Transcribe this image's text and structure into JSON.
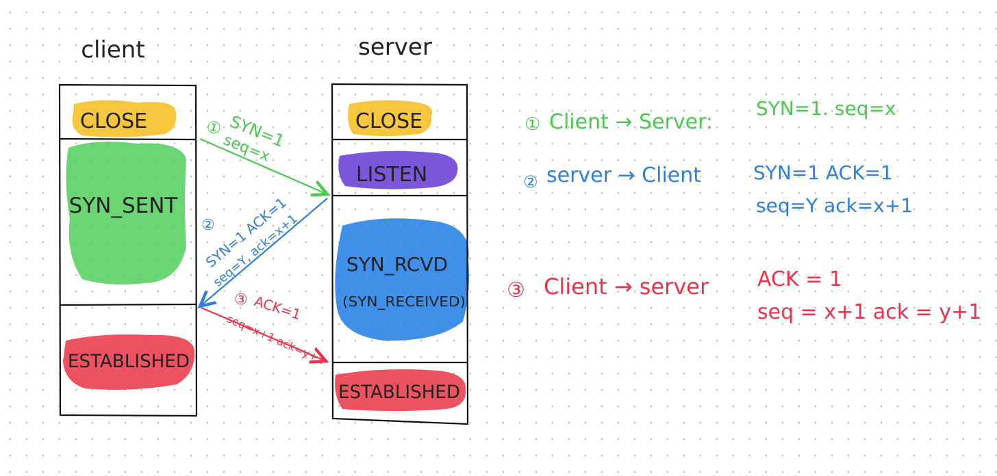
{
  "headers": {
    "client": "client",
    "server": "server"
  },
  "client_states": [
    "CLOSE",
    "SYN_SENT",
    "ESTABLISHED"
  ],
  "server_states": [
    "CLOSE",
    "LISTEN",
    "SYN_RCVD",
    "(SYN_RECEIVED)",
    "ESTABLISHED"
  ],
  "colors": {
    "close": "#f5c02a",
    "listen": "#6a3fd6",
    "syn_sent": "#4fce5a",
    "syn_rcvd": "#1f7de6",
    "established": "#ea3a4a",
    "step1": "#49c94d",
    "step2": "#2c7fe0",
    "step3": "#e8334a"
  },
  "arrows": {
    "step1": {
      "num": "①",
      "line1": "SYN=1",
      "line2": "seq=x"
    },
    "step2": {
      "num": "②",
      "line1": "SYN=1 ACK=1",
      "line2": "seq=Y, ack=x+1"
    },
    "step3": {
      "num": "③",
      "line1": "ACK=1",
      "line2": "seq=x+1 ack=y+1"
    }
  },
  "notes": {
    "step1": {
      "num": "①",
      "route": "Client → Server:",
      "line1": "SYN=1.  seq=x"
    },
    "step2": {
      "num": "②",
      "route": "server → Client",
      "line1": "SYN=1  ACK=1",
      "line2": "seq=Y  ack=x+1"
    },
    "step3": {
      "num": "③",
      "route": "Client → server",
      "line1": "ACK = 1",
      "line2": "seq = x+1  ack = y+1"
    }
  }
}
